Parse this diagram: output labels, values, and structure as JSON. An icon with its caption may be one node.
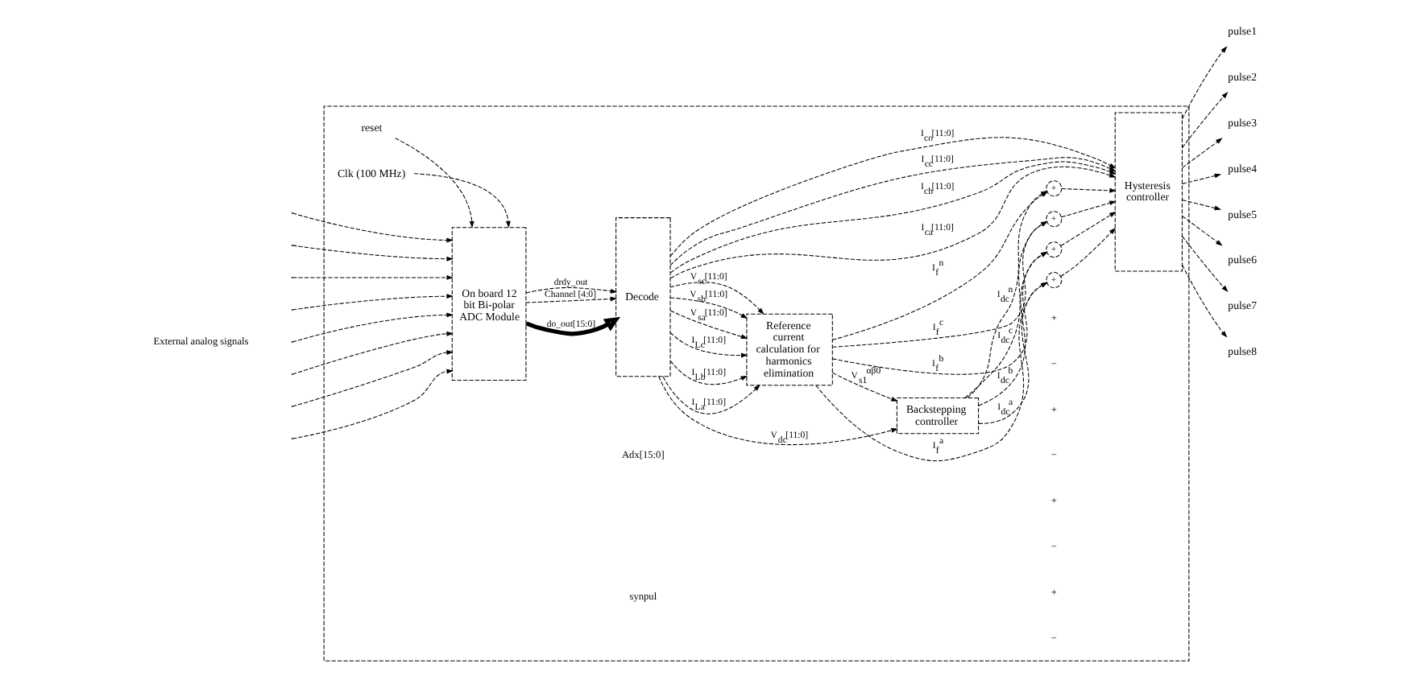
{
  "diagram": {
    "nodes": [
      {
        "text": [],
        "shape": "box"
      },
      {
        "text": [
          "reset"
        ],
        "in": 0
      },
      {
        "text": [
          "Clk (100 MHz)"
        ],
        "in": 0
      },
      {
        "text": [
          "On board 12 bit Bi-polar ADC Module"
        ],
        "in": 0
      },
      {
        "text": [
          "Decode"
        ],
        "in": 0
      },
      {
        "text": [
          "Backstepping controller"
        ],
        "in": 0
      },
      {
        "text": [
          "Reference current calculation for harmonics elimination"
        ],
        "in": 0
      },
      {
        "text": [
          "+"
        ],
        "in": 0
      },
      {
        "text": [
          "+"
        ],
        "in": 0
      },
      {
        "text": [
          "+"
        ],
        "in": 0
      },
      {
        "text": [
          "+"
        ],
        "in": 0
      },
      {
        "text": [
          "Hysteresis controller"
        ],
        "in": 0
      },
      {
        "text": [
          "pulse1"
        ]
      },
      {
        "text": [
          "pulse2"
        ]
      },
      {
        "text": [
          "pulse3"
        ]
      },
      {
        "text": [
          "pulse4"
        ]
      },
      {
        "text": [
          "pulse5"
        ]
      },
      {
        "text": [
          "pulse6"
        ]
      },
      {
        "text": [
          "pulse7"
        ]
      },
      {
        "text": [
          "pulse8"
        ]
      }
    ],
    "edges": [
      {
        "from": null,
        "to": 3,
        "arrow": "to",
        "style": "dashed"
      },
      {
        "from": null,
        "to": 3,
        "arrow": "to",
        "style": "dashed"
      },
      {
        "from": null,
        "to": 3,
        "arrow": "to",
        "style": "dashed"
      },
      {
        "from": null,
        "to": 3,
        "arrow": "to",
        "style": "dashed"
      },
      {
        "from": null,
        "to": 3,
        "arrow": "to",
        "style": "dashed"
      },
      {
        "from": null,
        "to": 3,
        "arrow": "to",
        "style": "dashed"
      },
      {
        "from": null,
        "to": 3,
        "arrow": "to",
        "style": "dashed"
      },
      {
        "from": null,
        "to": 3,
        "arrow": "to",
        "style": "dashed"
      },
      {
        "from": 1,
        "to": 3,
        "arrow": "to",
        "style": "dashed"
      },
      {
        "from": 2,
        "to": 3,
        "arrow": "to",
        "style": "dashed"
      },
      {
        "from": 3,
        "to": 4,
        "arrow": "to",
        "label": "do_out[15:0]",
        "style": "thick"
      },
      {
        "from": 3,
        "to": 4,
        "arrow": "to",
        "label": "Channel [4:0]",
        "style": "dashed"
      },
      {
        "from": 3,
        "to": 4,
        "arrow": "to",
        "label": "drdy_out",
        "style": "dashed"
      },
      {
        "from": 4,
        "to": 5,
        "arrow": "to",
        "label": "V$_{dc}$[11:0]",
        "style": "dashed"
      },
      {
        "from": 4,
        "to": 6,
        "arrow": "to",
        "label": "V$_{sa}$[11:0]",
        "style": "dashed"
      },
      {
        "from": 4,
        "to": 6,
        "arrow": "to",
        "label": "V$_{sb}$[11:0]",
        "style": "dashed"
      },
      {
        "from": 4,
        "to": 6,
        "arrow": "to",
        "label": "V$_{sc}$[11:0]",
        "style": "dashed"
      },
      {
        "from": 4,
        "to": 6,
        "arrow": "to",
        "label": "I$_{La}$[11:0]",
        "style": "dashed"
      },
      {
        "from": 4,
        "to": 6,
        "arrow": "to",
        "label": "I$_{Lb}$[11:0]",
        "style": "dashed"
      },
      {
        "from": 4,
        "to": 6,
        "arrow": "to",
        "label": "I$_{Lc}$[11:0]",
        "style": "dashed"
      },
      {
        "from": 6,
        "to": 5,
        "arrow": "to",
        "label": "V$_{s1}$$^{αβ0}$",
        "style": "dashed"
      },
      {
        "from": 5,
        "to": 7,
        "arrow": "to",
        "label": "I$_{dc}$$^{a}$",
        "style": "dashed"
      },
      {
        "from": 5,
        "to": 8,
        "arrow": "to",
        "label": "I$_{dc}$$^{b}$",
        "style": "dashed"
      },
      {
        "from": 5,
        "to": 9,
        "arrow": "to",
        "label": "I$_{dc}$$^{c}$",
        "style": "dashed"
      },
      {
        "from": 5,
        "to": 10,
        "arrow": "to",
        "label": "I$_{dc}$$^{n}$",
        "style": "dashed"
      },
      {
        "from": 6,
        "to": 7,
        "arrow": "to",
        "label": "I$_{f}$$^{a}$",
        "style": "dashed"
      },
      {
        "from": 6,
        "to": 8,
        "arrow": "to",
        "label": "I$_{f}$$^{b}$",
        "style": "dashed"
      },
      {
        "from": 6,
        "to": 9,
        "arrow": "to",
        "label": "I$_{f}$$^{c}$",
        "style": "dashed"
      },
      {
        "from": 6,
        "to": 10,
        "arrow": "to",
        "label": "I$_{f}$$^{n}$",
        "style": "dashed"
      },
      {
        "from": 7,
        "to": 11,
        "arrow": "to",
        "style": "dashed"
      },
      {
        "from": 8,
        "to": 11,
        "arrow": "to",
        "style": "dashed"
      },
      {
        "from": 9,
        "to": 11,
        "arrow": "to",
        "style": "dashed"
      },
      {
        "from": 10,
        "to": 11,
        "arrow": "to",
        "style": "dashed"
      },
      {
        "from": 4,
        "to": 11,
        "arrow": "to",
        "label": "I$_{ca}$[11:0]",
        "style": "dashed"
      },
      {
        "from": 4,
        "to": 11,
        "arrow": "to",
        "label": "I$_{cb}$[11:0]",
        "style": "dashed"
      },
      {
        "from": 4,
        "to": 11,
        "arrow": "to",
        "label": "I$_{cc}$[11:0]",
        "style": "dashed"
      },
      {
        "from": 4,
        "to": 11,
        "arrow": "to",
        "label": "I$_{co}$[11:0]",
        "style": "dashed"
      },
      {
        "from": 11,
        "to": 12,
        "arrow": "to",
        "style": "dashed"
      },
      {
        "from": 11,
        "to": 13,
        "arrow": "to",
        "style": "dashed"
      },
      {
        "from": 11,
        "to": 14,
        "arrow": "to",
        "style": "dashed"
      },
      {
        "from": 11,
        "to": 15,
        "arrow": "to",
        "style": "dashed"
      },
      {
        "from": 11,
        "to": 16,
        "arrow": "to",
        "style": "dashed"
      },
      {
        "from": 11,
        "to": 17,
        "arrow": "to",
        "style": "dashed"
      },
      {
        "from": 11,
        "to": 18,
        "arrow": "to",
        "style": "dashed"
      },
      {
        "from": 11,
        "to": 19,
        "arrow": "to",
        "style": "dashed"
      }
    ],
    "labels": [
      "External analog signals",
      "Adx[15:0]",
      "synpul",
      "+",
      "−",
      "+",
      "−",
      "+",
      "−",
      "+",
      "−"
    ]
  }
}
